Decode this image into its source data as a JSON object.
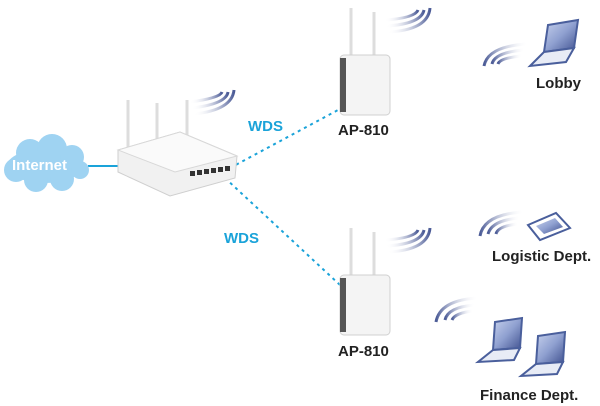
{
  "diagram": {
    "internet_label": "Internet",
    "router": {
      "name": "main-router"
    },
    "links": [
      {
        "label": "WDS",
        "from": "main-router",
        "to": "ap-top"
      },
      {
        "label": "WDS",
        "from": "main-router",
        "to": "ap-bottom"
      }
    ],
    "access_points": [
      {
        "label": "AP-810"
      },
      {
        "label": "AP-810"
      }
    ],
    "clients": [
      {
        "label": "Lobby",
        "device": "laptop"
      },
      {
        "label": "Logistic Dept.",
        "device": "phone"
      },
      {
        "label": "Finance Dept.",
        "device": "two-laptops"
      }
    ],
    "colors": {
      "cloud": "#9fd3f2",
      "wds_link": "#1aa3d9",
      "internet_link": "#1aa3d9",
      "device_blue": "#4a5f9c"
    }
  }
}
